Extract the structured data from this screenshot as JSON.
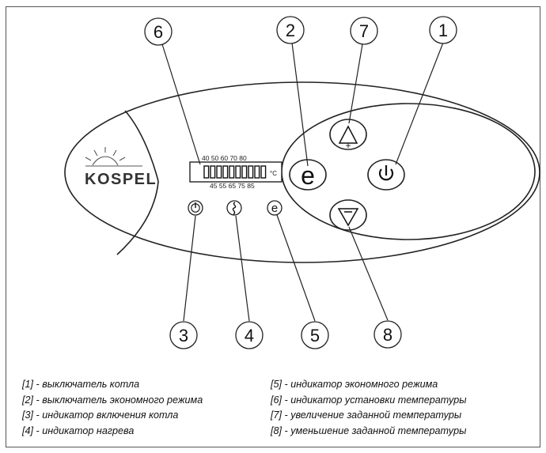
{
  "brand": {
    "name": "KOSPEL"
  },
  "display": {
    "scale_top": "40 50 60 70 80",
    "scale_bottom": "45 55 65 75 85",
    "unit": "°C"
  },
  "button_symbols": {
    "eco": "e",
    "plus": "+"
  },
  "callouts": [
    "1",
    "2",
    "3",
    "4",
    "5",
    "6",
    "7",
    "8"
  ],
  "legend": {
    "left": [
      "[1] - выключатель котла",
      "[2] - выключатель экономного режима",
      "[3] - индикатор включения котла",
      "[4] - индикатор нагрева"
    ],
    "right": [
      "[5] - индикатор экономного режима",
      "[6] - индикатор установки температуры",
      "[7] - увеличение заданной температуры",
      "[8] - уменьшение заданной температуры"
    ]
  },
  "colors": {
    "line": "#222222",
    "accent": "#111111"
  }
}
